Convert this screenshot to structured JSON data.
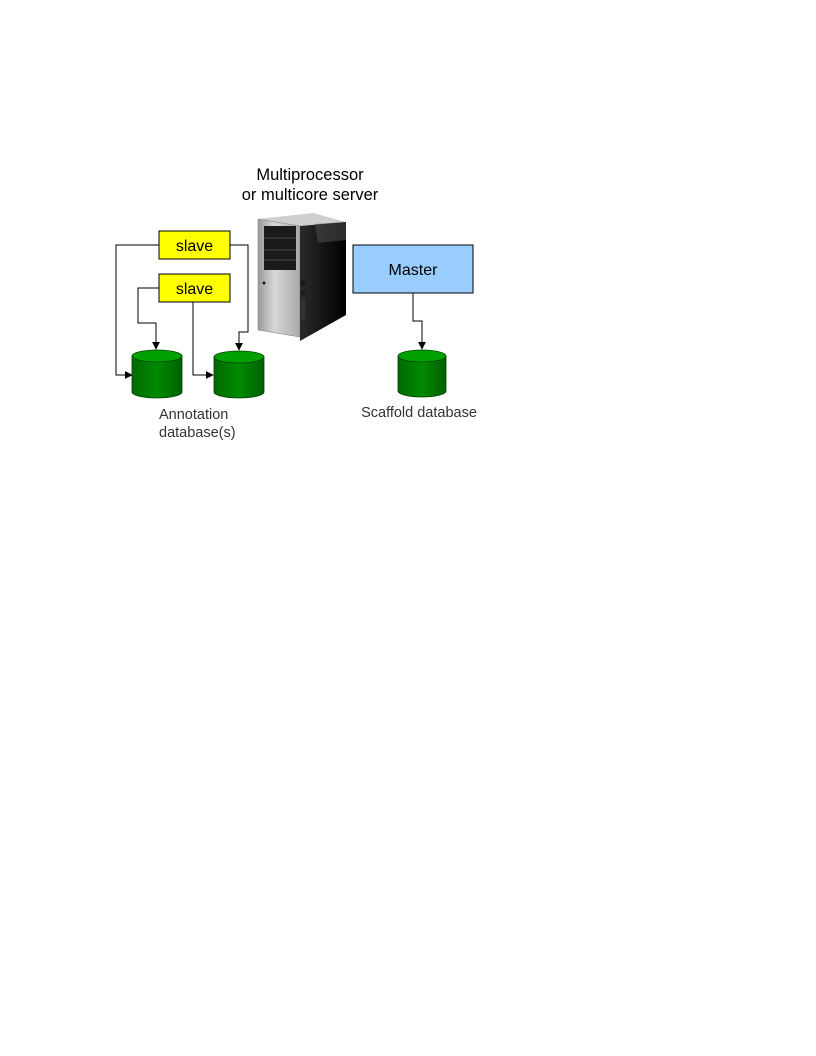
{
  "title": {
    "line1": "Multiprocessor",
    "line2": "or multicore server"
  },
  "nodes": {
    "slave_1": "slave",
    "slave_2": "slave",
    "master": "Master"
  },
  "databases": {
    "annotation_caption_line1": "Annotation",
    "annotation_caption_line2": "database(s)",
    "scaffold_caption": "Scaffold database"
  },
  "colors": {
    "slave_fill": "#ffff00",
    "master_fill": "#99ccff",
    "database_fill": "#008000",
    "database_top": "#00a000",
    "server_body": "#b8b8b8",
    "server_side": "#111111"
  },
  "icons": {
    "server": "server-tower-icon",
    "database": "database-cylinder-icon"
  }
}
